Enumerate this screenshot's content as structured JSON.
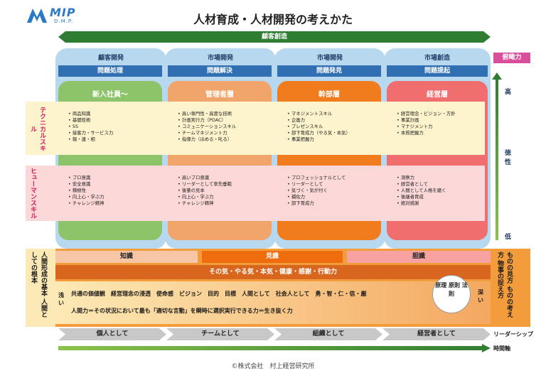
{
  "header": {
    "logo_text": "MIP",
    "logo_sub": "D.M.P.",
    "title": "人材育成・人材開発の考えかた"
  },
  "top_arrow": "顧客創造",
  "columns": [
    {
      "head": "顧客開発",
      "problem": "問題処理",
      "level": "新入社員～",
      "level_color": "#8dc46a"
    },
    {
      "head": "市場開発",
      "problem": "問題解決",
      "level": "管理者層",
      "level_color": "#f2a56b"
    },
    {
      "head": "市場開発",
      "problem": "問題発見",
      "level": "幹部層",
      "level_color": "#f07c1e"
    },
    {
      "head": "市場創造",
      "problem": "問題提起",
      "level": "経営層",
      "level_color": "#f06e6e"
    }
  ],
  "bands": {
    "technical_label": "テクニカルスキル",
    "human_label": "ヒューマンスキル"
  },
  "technical_skills": [
    [
      "商品知識",
      "基礎技術",
      "5S",
      "接客力・サービス力",
      "報・連・相"
    ],
    [
      "高い専門性・高度な技術",
      "計画実行力（PDAC）",
      "コミュニケーションスキル",
      "チームマネジメント力",
      "指導力（ほめる・叱る）"
    ],
    [
      "マネジメントスキル",
      "企画力",
      "プレゼンスキル",
      "部下育成力（やる気・本気）",
      "事業把握力"
    ],
    [
      "経営理念・ビジョン・方針",
      "事業計画",
      "マナジメント力",
      "本質把握力"
    ]
  ],
  "human_skills": [
    [
      "プロ意識",
      "安全意識",
      "積極性",
      "向上心・学ぶ力",
      "チャレンジ精神"
    ],
    [
      "高いプロ意識",
      "リーダーとして率先垂範",
      "後輩の見本",
      "向上心・学ぶ力",
      "チャレンジ精神"
    ],
    [
      "プロフェッショナルとして",
      "リーダーとして",
      "気づく・気が付く",
      "補佐力",
      "部下育成力"
    ],
    [
      "洞察力",
      "経営者として",
      "人間として人格を磨く",
      "後継者育成",
      "絶対感謝"
    ]
  ],
  "right_side": {
    "top_box": "俯瞰力",
    "high": "高",
    "virtue": "徳性",
    "low": "低",
    "bottom_box": "ものの見方 ものの考え方 物事の捉え方"
  },
  "foundation": {
    "left_label": "人間形成の基本 人間としての根本",
    "pills": [
      "知識",
      "見識",
      "胆識"
    ],
    "banner": "その気・やる気・本気・健康・感謝・行動力",
    "shallow": "浅い",
    "deep": "深い",
    "values_line": "共通の価値観　経営理念の浸透　使命感　ビジョン　目的　目標　人間として　社会人として　勇・智・仁・信・厳",
    "human_power": "人間力＝その状況において最も「適切な言動」を瞬時に選択実行できる力＝生き抜く力",
    "principle": "原理 原則 法則"
  },
  "stages": [
    "個人として",
    "チームとして",
    "組織として",
    "経営者として"
  ],
  "leadership": "リーダーシップ",
  "time_axis": "時間軸",
  "copyright": "©株式会社　村上経営研究所"
}
